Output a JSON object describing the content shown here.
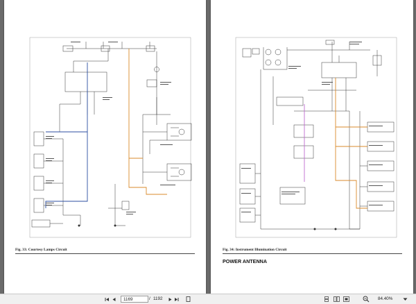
{
  "left_page": {
    "caption": "Fig. 33: Courtesy Lamps Circuit"
  },
  "right_page": {
    "caption": "Fig. 34: Instrument Illumination Circuit",
    "section_title": "POWER ANTENNA"
  },
  "toolbar": {
    "current_page": "1169",
    "page_separator": "/",
    "total_pages": "1192",
    "zoom": "84.40%",
    "icons": [
      "first-page-icon",
      "previous-page-icon",
      "next-page-icon",
      "last-page-icon",
      "single-page-view-icon",
      "continuous-view-icon",
      "two-page-view-icon",
      "fit-page-icon",
      "zoom-out-icon",
      "zoom-dropdown-icon"
    ]
  },
  "colors": {
    "background": "#6b6b6b",
    "page": "#ffffff",
    "wire": "#333333",
    "wire_blue": "#2b4ea0",
    "wire_orange": "#d98a2b",
    "wire_pink": "#c06ad0",
    "statusbar": "#f0f0f0"
  }
}
